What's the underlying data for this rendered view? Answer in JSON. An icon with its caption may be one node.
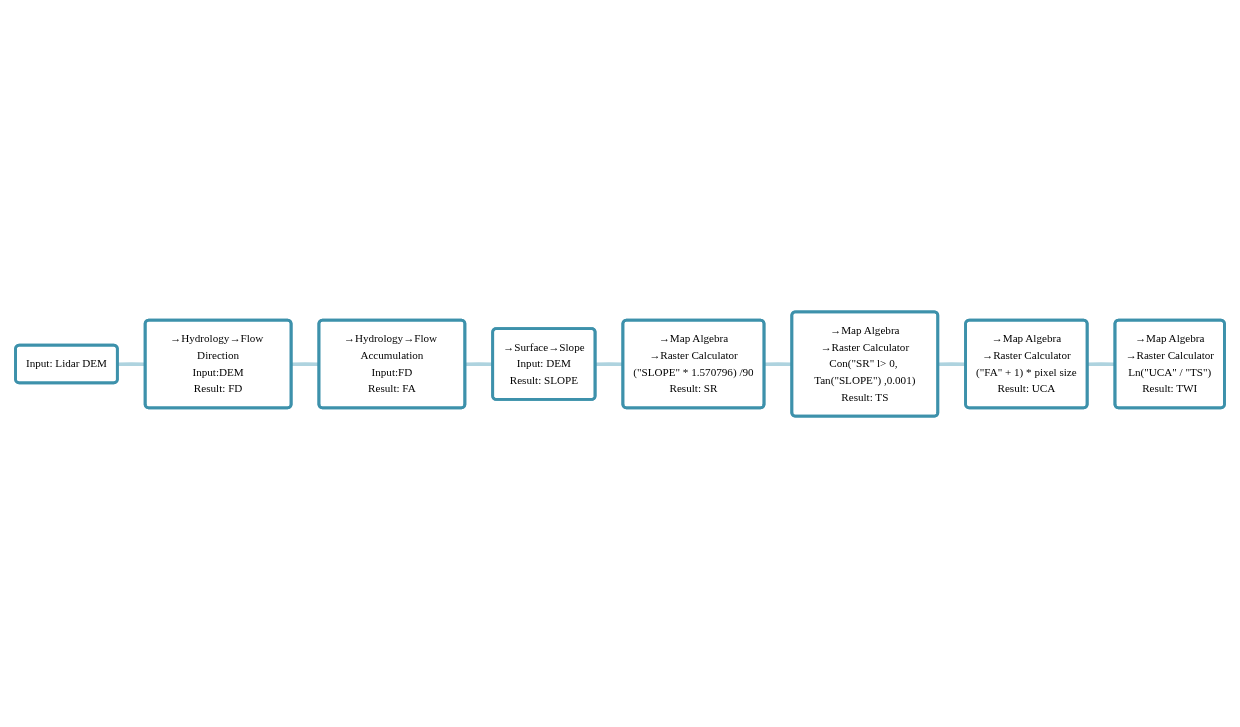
{
  "diagram": {
    "nodes": [
      {
        "text": [
          "Input: Lidar DEM"
        ]
      },
      {
        "text": [
          "→Hydrology→Flow Direction",
          "Input:DEM",
          "Result: FD"
        ]
      },
      {
        "text": [
          "→Hydrology→Flow Accumulation",
          "Input:FD",
          "Result: FA"
        ]
      },
      {
        "text": [
          "→Surface→Slope",
          "Input: DEM",
          "Result: SLOPE"
        ]
      },
      {
        "text": [
          "→Map Algebra",
          "→Raster Calculator",
          "(\"SLOPE\" * 1.570796) /90",
          "Result: SR"
        ]
      },
      {
        "text": [
          "→Map Algebra",
          "→Raster Calculator",
          "Con(\"SR\" l> 0, Tan(\"SLOPE\") ,0.001)",
          "Result: TS"
        ]
      },
      {
        "text": [
          "→Map Algebra",
          "→Raster Calculator",
          "(\"FA\" + 1) * pixel size",
          "Result: UCA"
        ]
      },
      {
        "text": [
          "→Map Algebra",
          "→Raster Calculator",
          "Ln(\"UCA\" / \"TS\")",
          "Result: TWI"
        ]
      }
    ],
    "edges": [
      {
        "from": 0,
        "to": 1,
        "arrow": "none"
      },
      {
        "from": 1,
        "to": 2,
        "arrow": "none"
      },
      {
        "from": 2,
        "to": 3,
        "arrow": "none"
      },
      {
        "from": 3,
        "to": 4,
        "arrow": "none"
      },
      {
        "from": 4,
        "to": 5,
        "arrow": "none"
      },
      {
        "from": 5,
        "to": 6,
        "arrow": "none"
      },
      {
        "from": 6,
        "to": 7,
        "arrow": "none"
      }
    ]
  }
}
